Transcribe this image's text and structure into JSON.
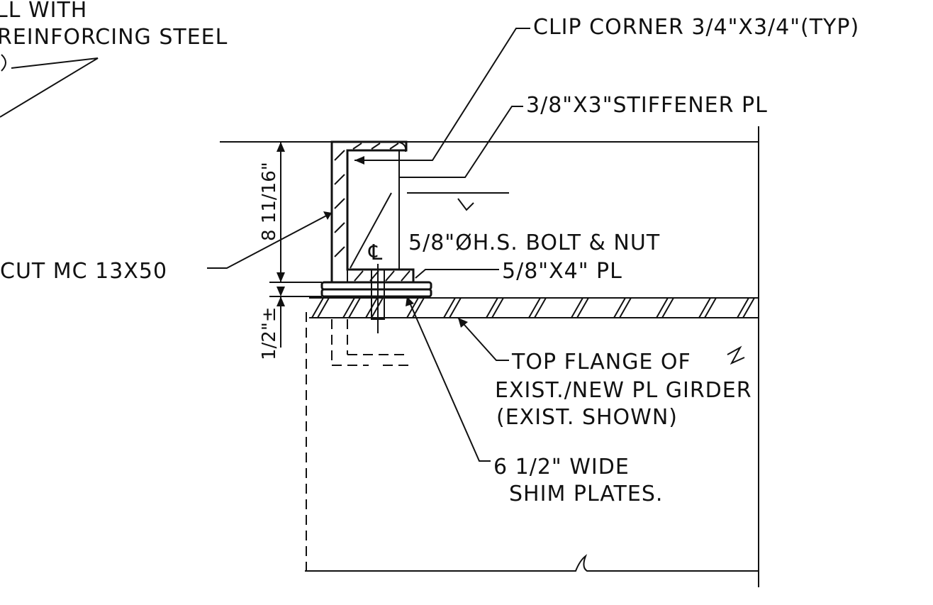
{
  "notes": {
    "top_left_1": "LL WITH",
    "top_left_2": "REINFORCING STEEL",
    "clip_corner": "CLIP CORNER 3/4\"X3/4\"(TYP)",
    "stiffener": "3/8\"X3\"STIFFENER PL",
    "height_dim": "8 11/16\"",
    "centerline": "℄",
    "bolt": "5/8\"ØH.S. BOLT & NUT",
    "plate": "5/8\"X4\" PL",
    "cut_mc": "CUT MC 13X50",
    "shim_dim": "1/2\"±",
    "flange_1": "TOP FLANGE OF",
    "flange_2": "EXIST./NEW PL GIRDER",
    "flange_3": "(EXIST. SHOWN)",
    "shim_1": "6 1/2\" WIDE",
    "shim_2": "SHIM PLATES."
  },
  "colors": {
    "ink": "#111111",
    "paper": "#ffffff"
  }
}
